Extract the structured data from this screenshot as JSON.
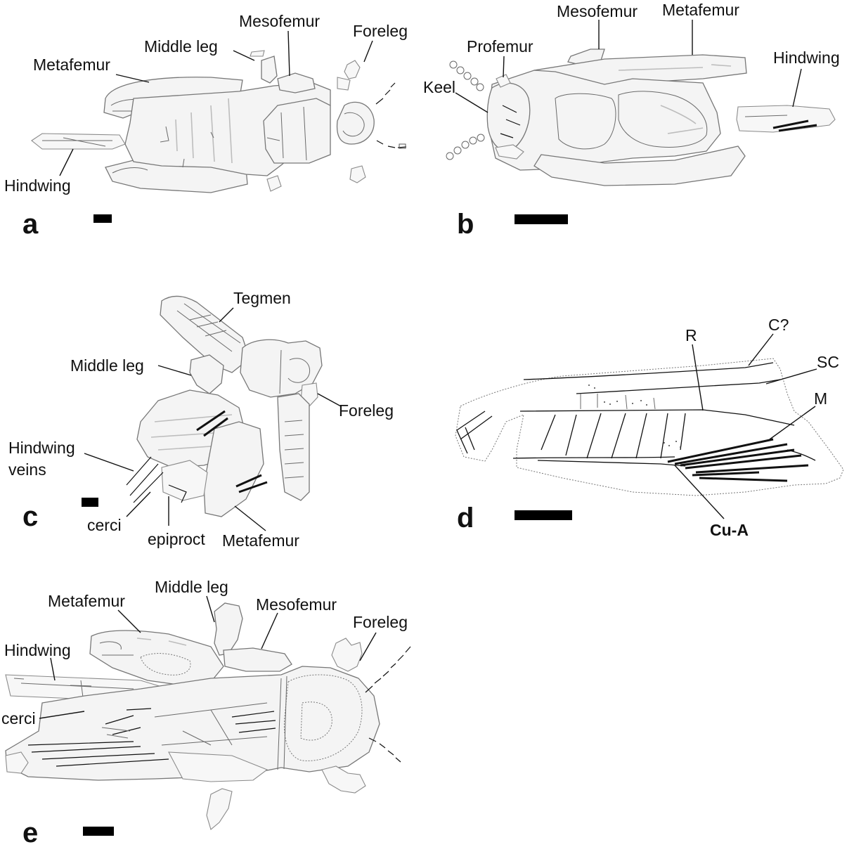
{
  "panels": {
    "a": {
      "letter": "a",
      "labels": {
        "mesofemur": "Mesofemur",
        "middle_leg": "Middle leg",
        "foreleg": "Foreleg",
        "metafemur": "Metafemur",
        "hindwing": "Hindwing"
      }
    },
    "b": {
      "letter": "b",
      "labels": {
        "mesofemur": "Mesofemur",
        "metafemur": "Metafemur",
        "profemur": "Profemur",
        "hindwing": "Hindwing",
        "keel": "Keel"
      }
    },
    "c": {
      "letter": "c",
      "labels": {
        "tegmen": "Tegmen",
        "middle_leg": "Middle leg",
        "foreleg": "Foreleg",
        "hindwing_veins_1": "Hindwing",
        "hindwing_veins_2": "veins",
        "cerci": "cerci",
        "epiproct": "epiproct",
        "metafemur": "Metafemur"
      }
    },
    "d": {
      "letter": "d",
      "labels": {
        "r": "R",
        "c": "C?",
        "sc": "SC",
        "m": "M",
        "cu_a": "Cu-A"
      }
    },
    "e": {
      "letter": "e",
      "labels": {
        "middle_leg": "Middle leg",
        "metafemur": "Metafemur",
        "mesofemur": "Mesofemur",
        "foreleg": "Foreleg",
        "hindwing": "Hindwing",
        "cerci": "cerci"
      }
    }
  }
}
